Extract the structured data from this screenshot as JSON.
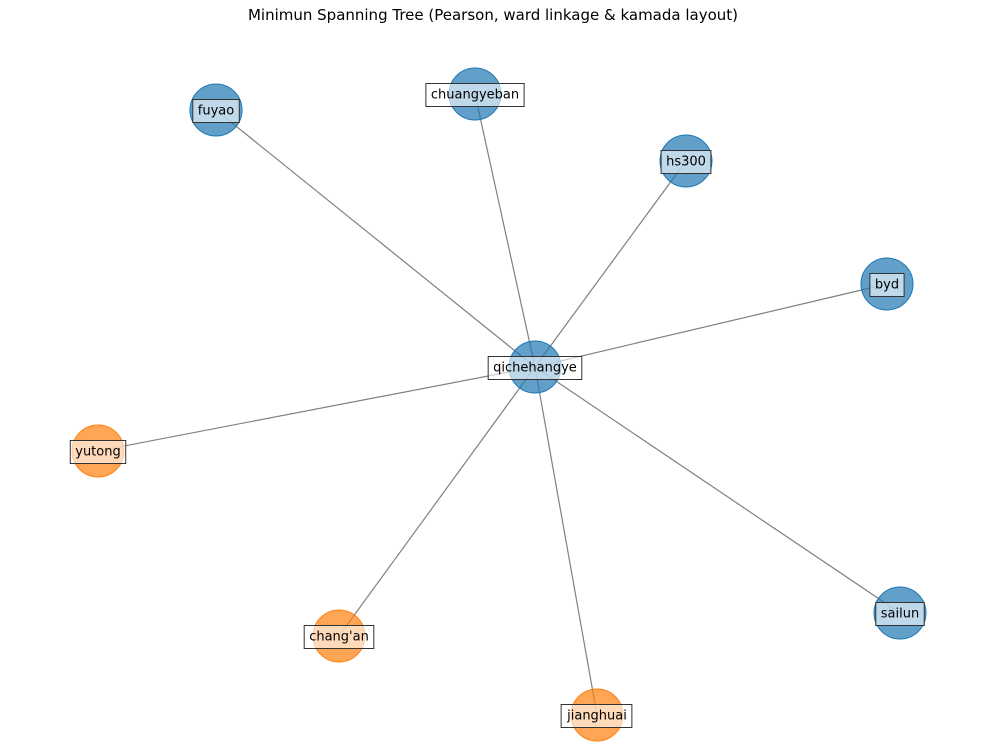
{
  "title": "Minimun Spanning Tree (Pearson, ward linkage & kamada layout)",
  "colors": {
    "cluster_blue": "#1f77b4",
    "cluster_orange": "#ff7f0e",
    "edge": "#808080"
  },
  "nodes": [
    {
      "id": "qichehangye",
      "cluster": "blue"
    },
    {
      "id": "fuyao",
      "cluster": "blue"
    },
    {
      "id": "chuangyeban",
      "cluster": "blue"
    },
    {
      "id": "hs300",
      "cluster": "blue"
    },
    {
      "id": "byd",
      "cluster": "blue"
    },
    {
      "id": "yutong",
      "cluster": "orange"
    },
    {
      "id": "chang'an",
      "cluster": "orange"
    },
    {
      "id": "jianghuai",
      "cluster": "orange"
    },
    {
      "id": "sailun",
      "cluster": "blue"
    }
  ],
  "edges": [
    [
      "qichehangye",
      "fuyao"
    ],
    [
      "qichehangye",
      "chuangyeban"
    ],
    [
      "qichehangye",
      "hs300"
    ],
    [
      "qichehangye",
      "byd"
    ],
    [
      "qichehangye",
      "yutong"
    ],
    [
      "qichehangye",
      "chang'an"
    ],
    [
      "qichehangye",
      "jianghuai"
    ],
    [
      "qichehangye",
      "sailun"
    ]
  ]
}
